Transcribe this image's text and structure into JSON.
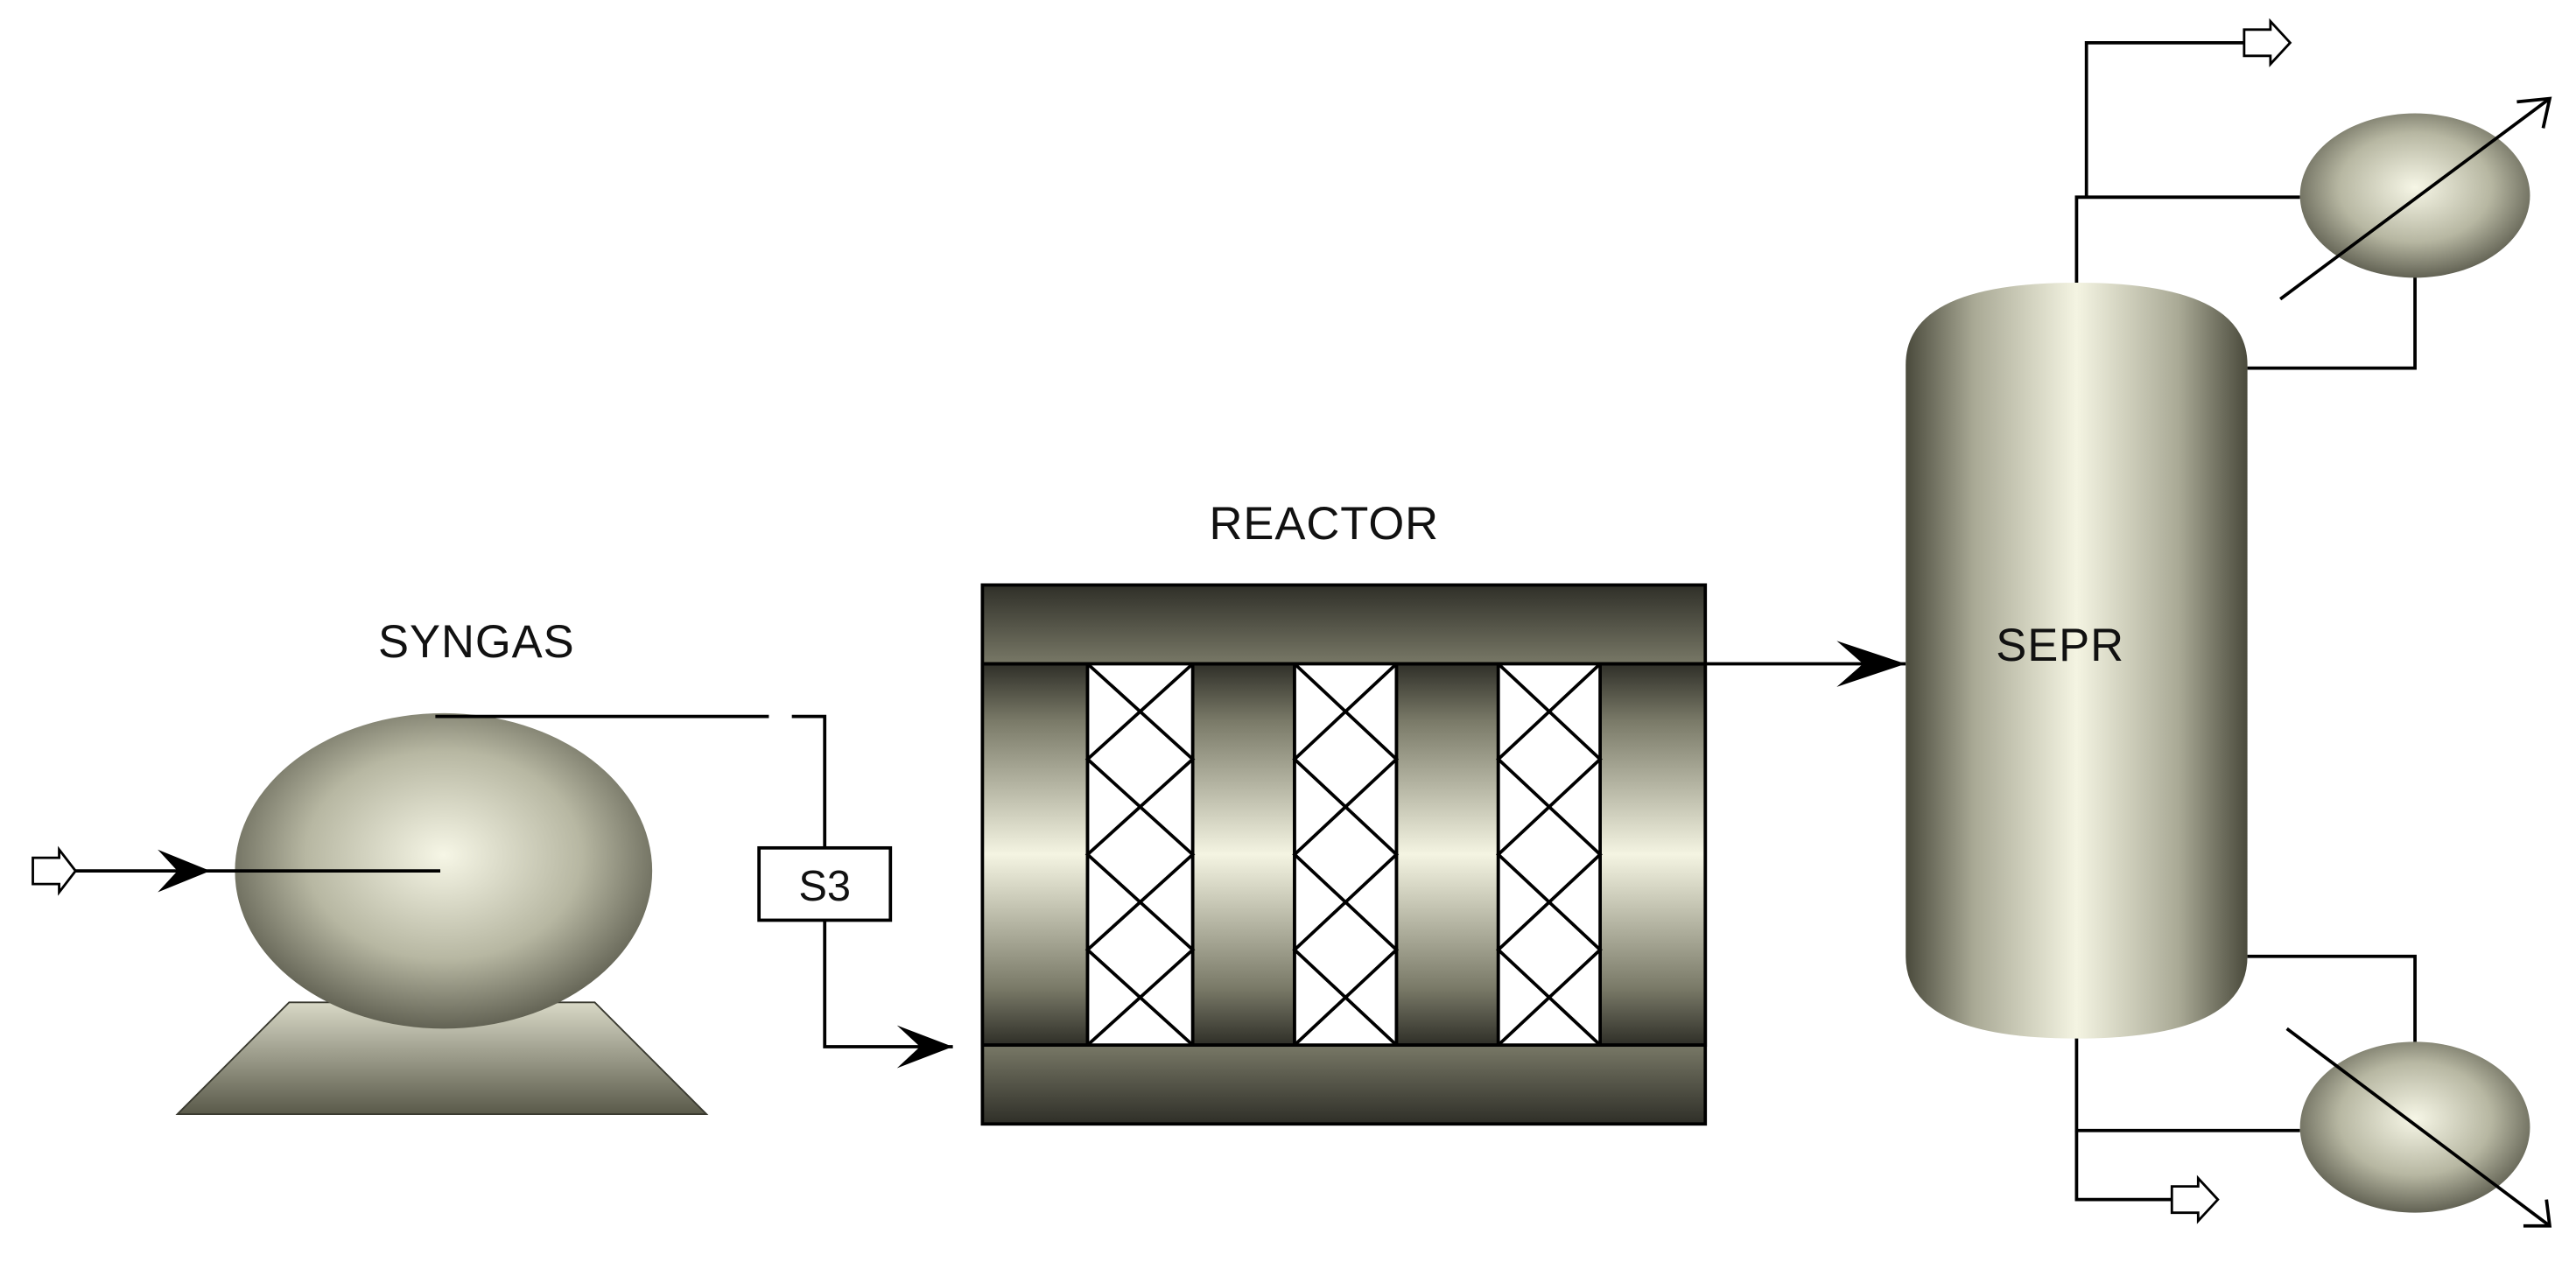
{
  "blocks": {
    "syngas": {
      "label": "SYNGAS"
    },
    "reactor": {
      "label": "REACTOR"
    },
    "separator": {
      "label": "SEPR"
    }
  },
  "streams": {
    "s3": {
      "label": "S3"
    }
  },
  "colors": {
    "equipment_light": "#f4f4e2",
    "equipment_mid": "#b3b39e",
    "equipment_dark": "#4a4a3c",
    "line": "#000000"
  },
  "icons": [
    "feed-arrow-icon",
    "product-arrow-icon",
    "condenser-icon",
    "reboiler-icon"
  ]
}
